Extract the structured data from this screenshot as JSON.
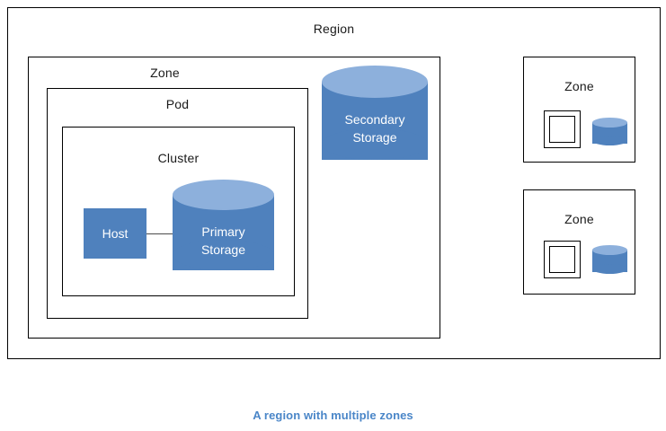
{
  "diagram": {
    "caption": "A region with multiple zones",
    "caption_color": "#4A86C8",
    "colors": {
      "cylinder_body": "#4F81BD",
      "cylinder_top": "#8DB0DC",
      "host_fill": "#4F81BD",
      "border": "#000000",
      "label_text": "#1a1a1a",
      "shape_text": "#ffffff"
    },
    "region": {
      "label": "Region",
      "zone_main": {
        "label": "Zone",
        "pod": {
          "label": "Pod",
          "cluster": {
            "label": "Cluster",
            "host": {
              "label": "Host"
            },
            "primary_storage": {
              "line1": "Primary",
              "line2": "Storage"
            }
          }
        },
        "secondary_storage": {
          "line1": "Secondary",
          "line2": "Storage"
        }
      }
    },
    "side_zones": [
      {
        "label": "Zone"
      },
      {
        "label": "Zone"
      }
    ]
  }
}
